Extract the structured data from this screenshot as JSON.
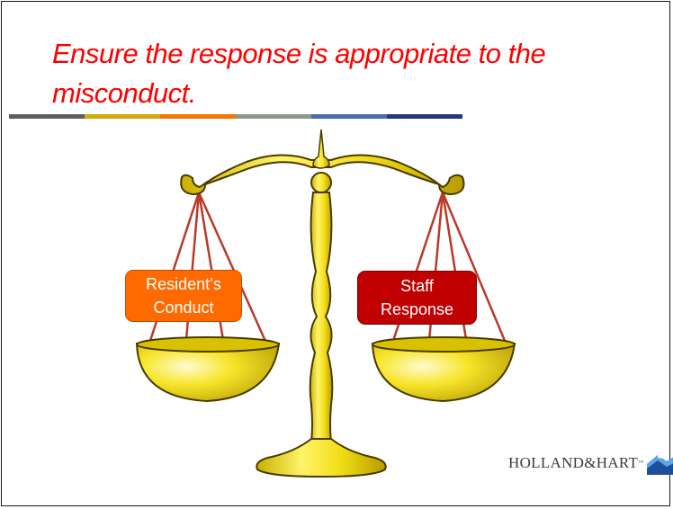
{
  "title": "Ensure the response is appropriate to the misconduct.",
  "accent_stripe": [
    "#5f5f5f",
    "#d4a90e",
    "#f07800",
    "#8a9a8a",
    "#4a6ea8",
    "#233a75"
  ],
  "scale": {
    "left_pan_label": "Resident’s\nConduct",
    "left_pan_color": "#ff6a00",
    "right_pan_label": "Staff\nResponse",
    "right_pan_color": "#c00000",
    "metal_color": "#f2de16"
  },
  "logo": {
    "text": "HOLLAND&HART",
    "trademark": "™",
    "icon": "mountain-logo-icon"
  }
}
